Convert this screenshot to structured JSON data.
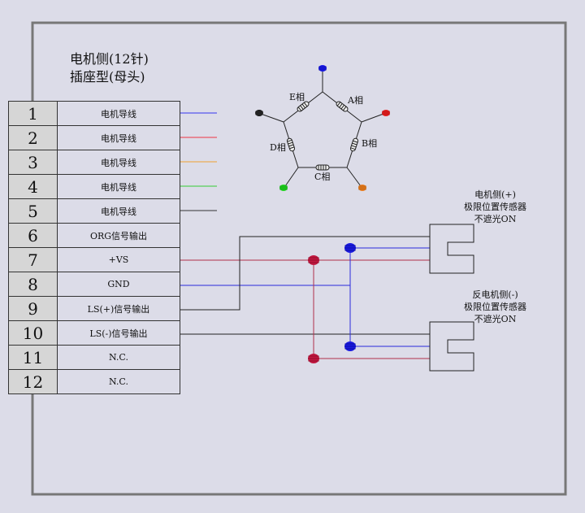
{
  "title": {
    "line1": "电机侧(12针)",
    "line2": "插座型(母头)"
  },
  "pins": [
    {
      "num": "1",
      "label": "电机导线",
      "wire_color": "#3333ee"
    },
    {
      "num": "2",
      "label": "电机导线",
      "wire_color": "#ee3344"
    },
    {
      "num": "3",
      "label": "电机导线",
      "wire_color": "#f0a030"
    },
    {
      "num": "4",
      "label": "电机导线",
      "wire_color": "#33cc33"
    },
    {
      "num": "5",
      "label": "电机导线",
      "wire_color": "#333333"
    },
    {
      "num": "6",
      "label": "ORG信号输出",
      "wire_color": ""
    },
    {
      "num": "7",
      "label": "+VS",
      "wire_color": ""
    },
    {
      "num": "8",
      "label": "GND",
      "wire_color": ""
    },
    {
      "num": "9",
      "label": "LS(+)信号输出",
      "wire_color": ""
    },
    {
      "num": "10",
      "label": "LS(-)信号输出",
      "wire_color": ""
    },
    {
      "num": "11",
      "label": "N.C.",
      "wire_color": ""
    },
    {
      "num": "12",
      "label": "N.C.",
      "wire_color": ""
    }
  ],
  "pentagon": {
    "phases": [
      "A相",
      "B相",
      "C相",
      "D相",
      "E相"
    ],
    "terminal_colors": {
      "top": "#1a1aee",
      "right": "#ee2222",
      "bottom_right": "#f08020",
      "bottom_left": "#22dd22",
      "left": "#111111"
    }
  },
  "sensor_plus": {
    "line1": "电机侧(+)",
    "line2": "极限位置传感器",
    "line3": "不遮光ON"
  },
  "sensor_minus": {
    "line1": "反电机侧(-)",
    "line2": "极限位置传感器",
    "line3": "不遮光ON"
  },
  "colors": {
    "vs_wire": "#b0304a",
    "gnd_wire": "#2a2adc",
    "signal_wire": "#222222",
    "vs_node": "#c01840",
    "gnd_node": "#1a1ae0"
  }
}
